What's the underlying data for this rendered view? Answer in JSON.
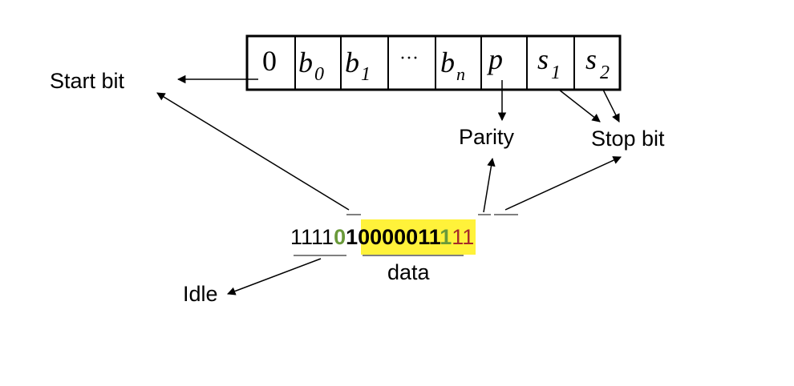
{
  "frame": {
    "cells": [
      {
        "symbol": "0",
        "sub": ""
      },
      {
        "symbol": "b",
        "sub": "0"
      },
      {
        "symbol": "b",
        "sub": "1"
      },
      {
        "symbol": "···",
        "sub": ""
      },
      {
        "symbol": "b",
        "sub": "n"
      },
      {
        "symbol": "p",
        "sub": ""
      },
      {
        "symbol": "s",
        "sub": "1"
      },
      {
        "symbol": "s",
        "sub": "2"
      }
    ]
  },
  "labels": {
    "start_bit": "Start bit",
    "parity": "Parity",
    "stop_bit": "Stop bit",
    "idle": "Idle",
    "data": "data"
  },
  "bitstream": {
    "idle": "1111",
    "start": "0",
    "data": "10000011",
    "parity": "1",
    "stop": "11"
  },
  "colors": {
    "start_bit": "#6a9a3a",
    "parity_bit": "#6a9a3a",
    "stop_bits": "#a52a2a",
    "data_highlight": "#fff23a",
    "stroke": "#000000"
  }
}
